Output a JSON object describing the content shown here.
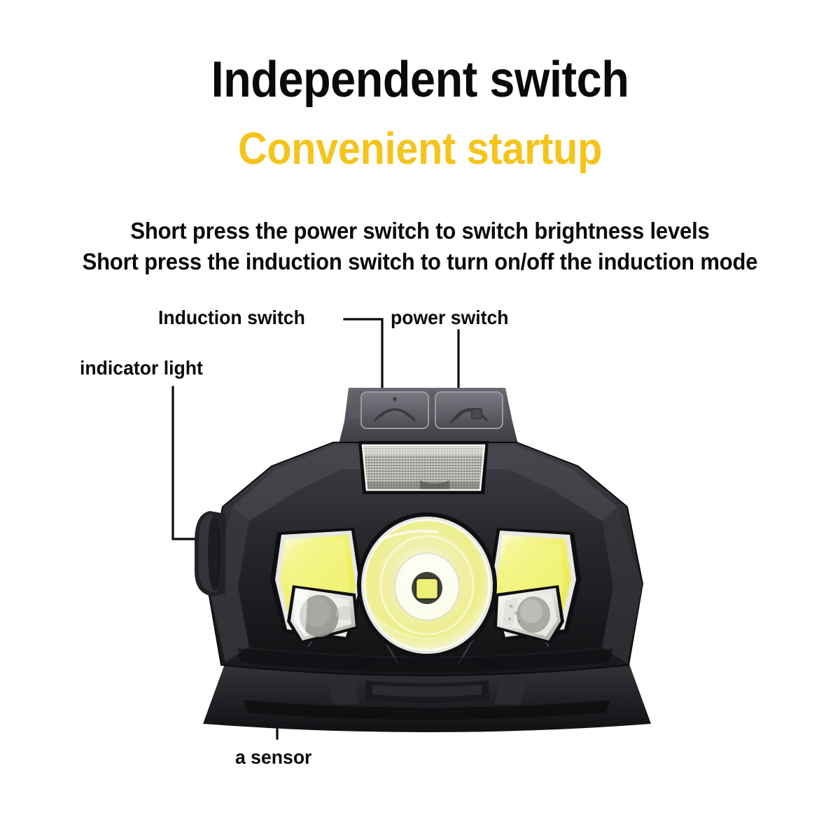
{
  "page": {
    "background": "#ffffff",
    "accent_yellow": "#f5c41c",
    "text_color": "#0a0a0a"
  },
  "headings": {
    "title": "Independent switch",
    "subtitle": "Convenient startup"
  },
  "instructions": {
    "line1": "Short press the power switch to switch brightness levels",
    "line2": "Short press the induction switch to turn on/off the induction mode"
  },
  "callouts": [
    {
      "id": "induction-switch",
      "label": "Induction switch"
    },
    {
      "id": "power-switch",
      "label": "power switch"
    },
    {
      "id": "indicator-light",
      "label": "indicator light"
    },
    {
      "id": "sensor",
      "label": "a sensor"
    }
  ],
  "product": {
    "name": "COB LED motion-sensor headlamp",
    "colors": {
      "body_dark": "#232326",
      "body_mid": "#35353a",
      "body_light": "#4a4a50",
      "cob_yellow": "#eeef5e",
      "cob_yellow_light": "#f6f7a8",
      "lens_white": "#f2f2ee",
      "strip_silver": "#b9b9b4",
      "button_gray": "#55555c"
    },
    "parts": [
      {
        "name": "induction-button",
        "icon": "sensor-wave-icon"
      },
      {
        "name": "power-button",
        "icon": "power-icon"
      },
      {
        "name": "cob-panel-left",
        "icon": "cob-panel"
      },
      {
        "name": "cob-panel-right",
        "icon": "cob-panel"
      },
      {
        "name": "red-led-strip",
        "icon": "led-strip"
      },
      {
        "name": "center-spot-lens",
        "icon": "reflector-lens"
      },
      {
        "name": "sensor-lens-left",
        "icon": "pir-sensor"
      },
      {
        "name": "aux-lens-right",
        "icon": "aux-led"
      },
      {
        "name": "indicator-tab",
        "icon": "indicator-nub"
      },
      {
        "name": "mount-bracket",
        "icon": "bracket"
      }
    ]
  }
}
